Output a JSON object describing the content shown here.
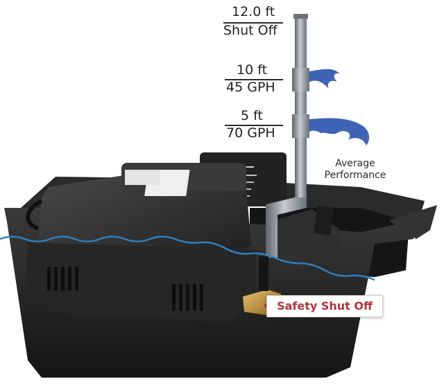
{
  "levels": [
    {
      "height": "12.0 ft",
      "rate": "Shut Off"
    },
    {
      "height": "10 ft",
      "rate": "45 GPH"
    },
    {
      "height": "5 ft",
      "rate": "70 GPH"
    }
  ],
  "performance_label": [
    "Average",
    "Performance"
  ],
  "safety_label": "Safety Shut Off",
  "colors": {
    "water": "#2f7fc1",
    "water_spray": "#3f63b4",
    "callout_text": "#b2333b",
    "tank": "#1e1e1e",
    "pump": "#2b2b2b",
    "pipe": "#8a8f94"
  }
}
